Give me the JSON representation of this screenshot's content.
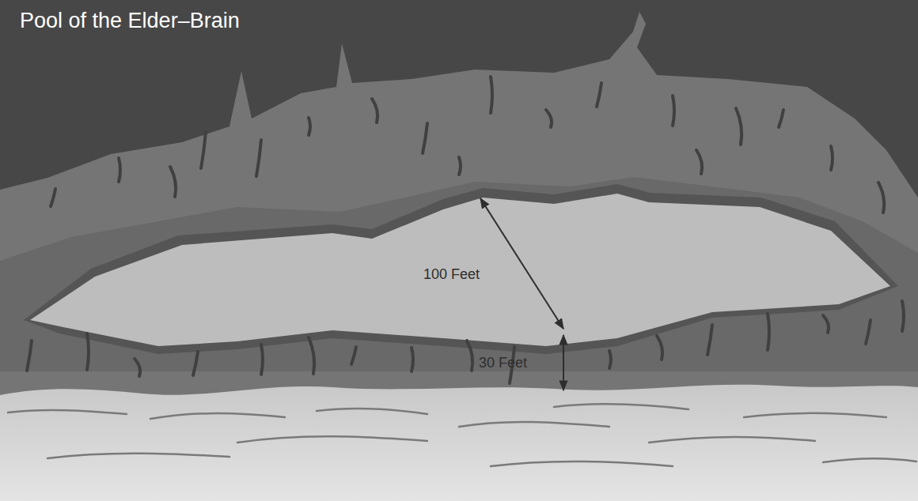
{
  "diagram": {
    "title": "Pool of the Elder–Brain",
    "labels": [
      "100 Feet",
      "30 Feet"
    ]
  }
}
